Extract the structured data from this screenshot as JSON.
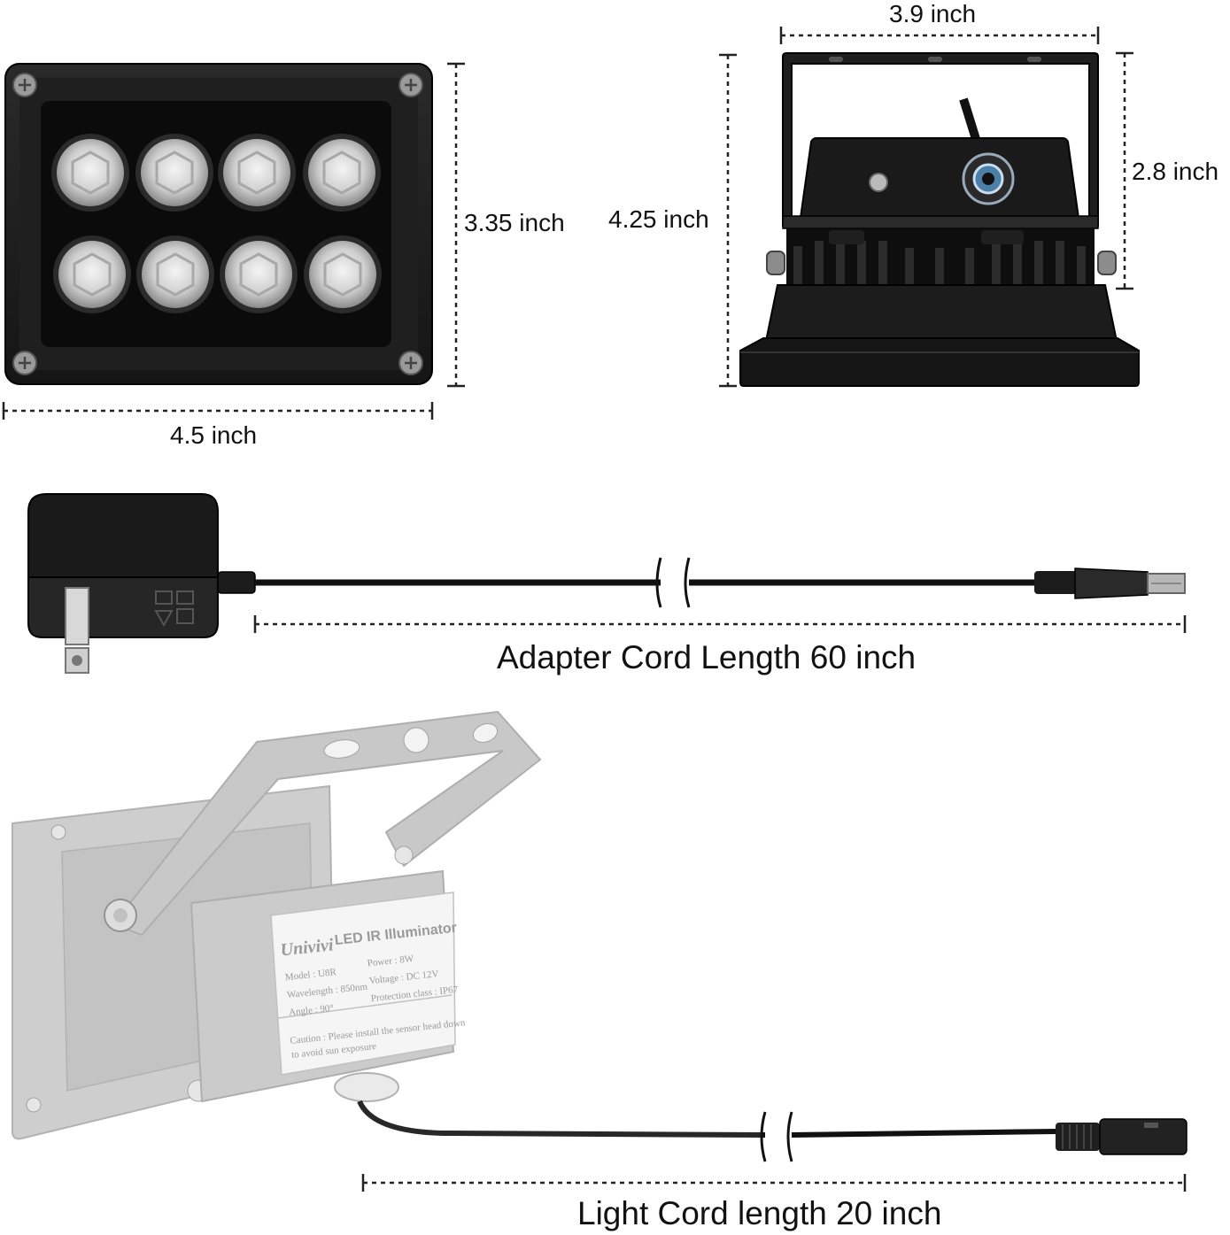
{
  "dimensions": {
    "front_width": "4.5 inch",
    "front_height": "3.35 inch",
    "side_width": "3.9 inch",
    "side_total_height": "4.25 inch",
    "side_body_height": "2.8 inch"
  },
  "cords": {
    "adapter_label": "Adapter Cord Length 60 inch",
    "light_label": "Light Cord length 20 inch"
  },
  "product_label": {
    "brand": "Univivi",
    "title": "LED IR Illuminator",
    "model": "Model : U8R",
    "wavelength": "Wavelength : 850nm",
    "angle": "Angle : 90°",
    "power": "Power : 8W",
    "voltage": "Voltage : DC 12V",
    "protection": "Protection class : IP67",
    "caution_line1": "Caution : Please install the sensor head down",
    "caution_line2": "to avoid sun exposure"
  },
  "colors": {
    "housing": "#1c1c1c",
    "housing_dark": "#0d0d0d",
    "led": "#dcdcdc",
    "ghost_fill": "#c8c8c8",
    "ghost_stroke": "#a9a9a9",
    "dimension_line": "#222222"
  }
}
